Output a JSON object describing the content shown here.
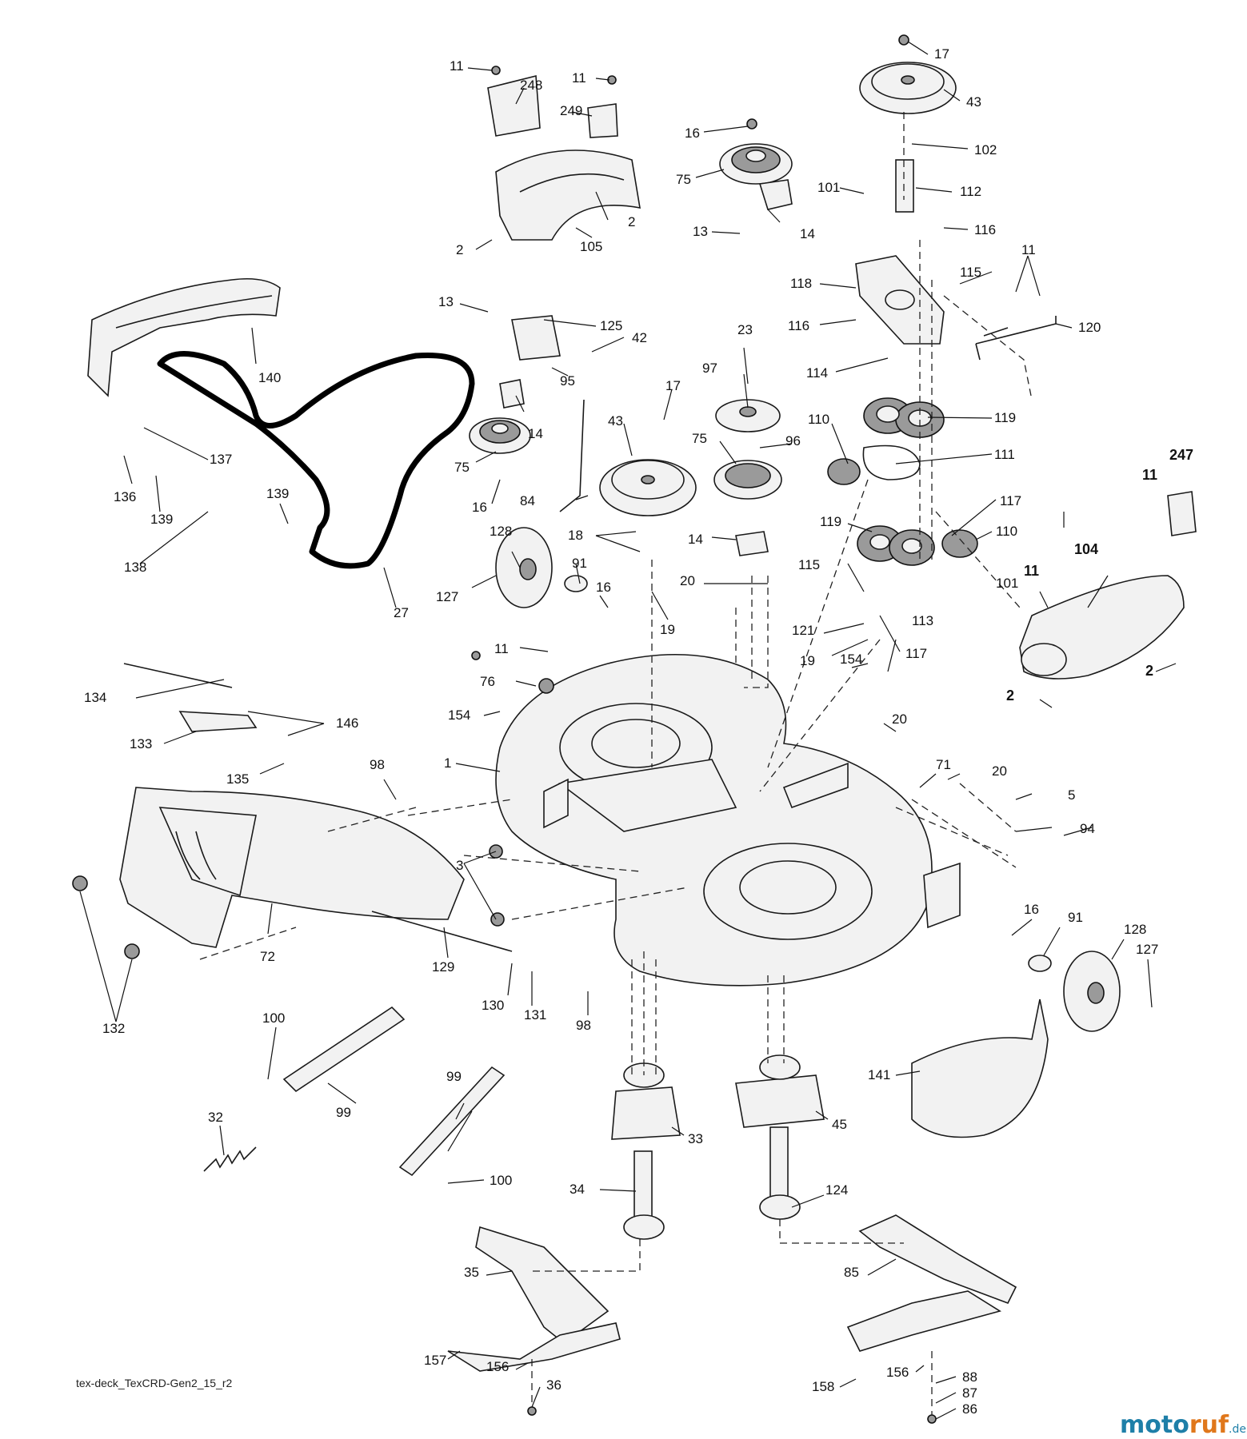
{
  "diagram": {
    "footer_code": "tex-deck_TexCRD-Gen2_15_r2",
    "watermark": {
      "part1": "moto",
      "part2": "ruf",
      "suffix": ".de"
    },
    "callouts": {
      "c11a": "11",
      "c248": "248",
      "c11b": "11",
      "c249": "249",
      "c2a": "2",
      "c2b": "2",
      "c105": "105",
      "c16a": "16",
      "c75a": "75",
      "c14a": "14",
      "c13a": "13",
      "c17a": "17",
      "c43a": "43",
      "c102": "102",
      "c101a": "101",
      "c112": "112",
      "c116a": "116",
      "c118": "118",
      "c115a": "115",
      "c11c": "11",
      "c120": "120",
      "c116b": "116",
      "c114": "114",
      "c140": "140",
      "c13b": "13",
      "c125": "125",
      "c42": "42",
      "c95": "95",
      "c14b": "14",
      "c75b": "75",
      "c16b": "16",
      "c137": "137",
      "c136": "136",
      "c139a": "139",
      "c139b": "139",
      "c138": "138",
      "c27": "27",
      "c23": "23",
      "c97": "97",
      "c17b": "17",
      "c43b": "43",
      "c84": "84",
      "c96": "96",
      "c75c": "75",
      "c14c": "14",
      "c110a": "110",
      "c119a": "119",
      "c111": "111",
      "c117a": "117",
      "c119b": "119",
      "c110b": "110",
      "c18": "18",
      "c128a": "128",
      "c91a": "91",
      "c16c": "16",
      "c127a": "127",
      "c19a": "19",
      "c20a": "20",
      "c115b": "115",
      "c113": "113",
      "c101b": "101",
      "c121": "121",
      "c117b": "117",
      "c19b": "19",
      "c154a": "154",
      "c247": "247",
      "c11d": "11",
      "c104": "104",
      "c11e": "11",
      "c2c": "2",
      "c2d": "2",
      "c11f": "11",
      "c76": "76",
      "c154b": "154",
      "c134": "134",
      "c146": "146",
      "c133": "133",
      "c135": "135",
      "c98a": "98",
      "c1": "1",
      "c20b": "20",
      "c71": "71",
      "c20c": "20",
      "c5": "5",
      "c94": "94",
      "c3": "3",
      "c72": "72",
      "c129": "129",
      "c130": "130",
      "c131": "131",
      "c98b": "98",
      "c16d": "16",
      "c91b": "91",
      "c128b": "128",
      "c127b": "127",
      "c132": "132",
      "c100a": "100",
      "c99a": "99",
      "c99b": "99",
      "c32": "32",
      "c100b": "100",
      "c141": "141",
      "c33": "33",
      "c45": "45",
      "c34": "34",
      "c124": "124",
      "c35": "35",
      "c85": "85",
      "c157": "157",
      "c156a": "156",
      "c36": "36",
      "c158": "158",
      "c156b": "156",
      "c88": "88",
      "c87": "87",
      "c86": "86"
    }
  }
}
